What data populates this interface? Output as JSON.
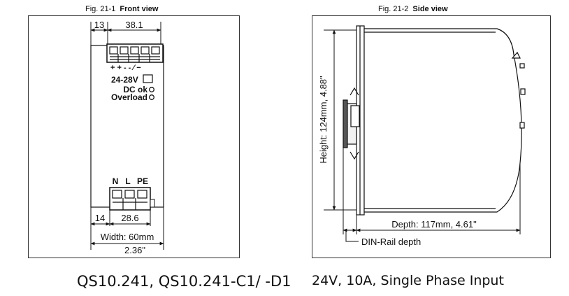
{
  "figures": {
    "front": {
      "number": "Fig. 21-1",
      "title": "Front view"
    },
    "side": {
      "number": "Fig. 21-2",
      "title": "Side view"
    }
  },
  "front_view": {
    "dim_top_left": "13",
    "dim_top_right": "38.1",
    "terminal_signs": "+ +  -  -  ⁄ −",
    "voltage_label": "24-28V",
    "dc_ok_label": "DC ok",
    "overload_label": "Overload",
    "bottom_terminal_labels": {
      "n": "N",
      "l": "L",
      "pe": "PE"
    },
    "dim_bottom_left": "14",
    "dim_bottom_right": "28.6",
    "width_label": "Width: 60mm",
    "width_inch": "2.36\""
  },
  "side_view": {
    "height_label": "Height: 124mm,  4.88\"",
    "depth_label": "Depth: 117mm,  4.61\"",
    "din_rail_label": "DIN-Rail depth"
  },
  "footer": {
    "model": "QS10.241, QS10.241-C1/ -D1",
    "description": "24V, 10A, Single Phase Input"
  }
}
